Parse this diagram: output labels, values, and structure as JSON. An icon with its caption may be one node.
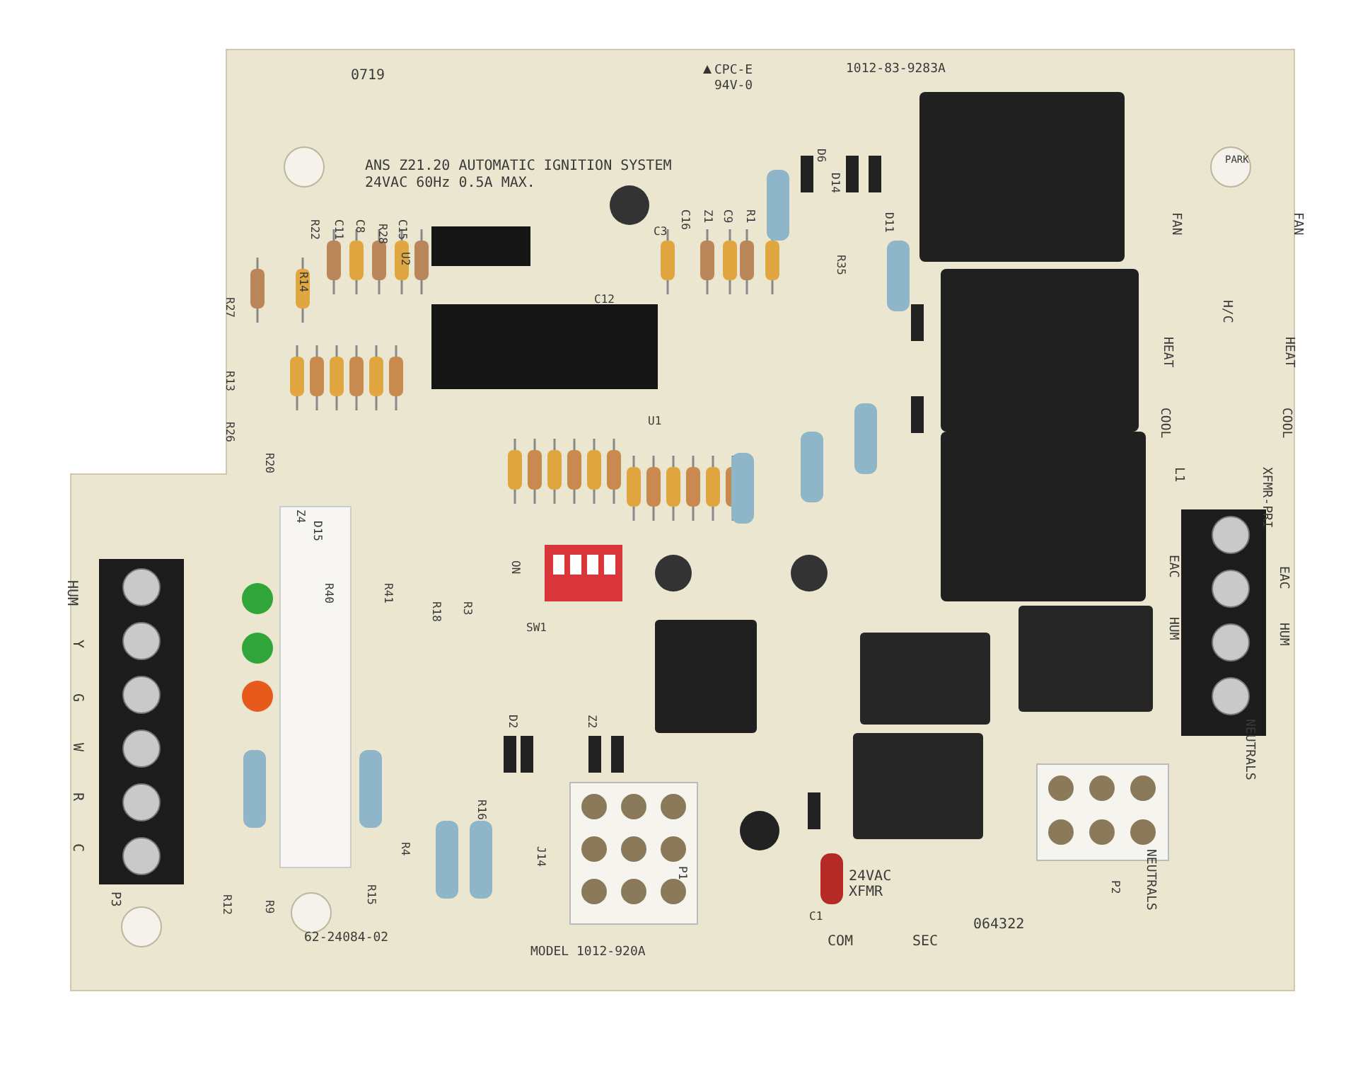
{
  "diagram": {
    "labels": [
      "0719",
      "ANS Z21.20 AUTOMATIC IGNITION SYSTEM",
      "24VAC 60Hz 0.5A MAX.",
      "CPC-E 94V-0",
      "1012-83-9283A",
      "PARK",
      "FAN",
      "FAN",
      "H/C",
      "HEAT",
      "HEAT",
      "COOL",
      "COOL",
      "L1",
      "XFMR-PRI",
      "EAC",
      "EAC",
      "HUM",
      "HUM",
      "NEUTRALS",
      "NEUTRALS",
      "HUM",
      "Y",
      "G",
      "W",
      "R",
      "C",
      "P3",
      "R27",
      "R14",
      "R22",
      "C11",
      "C8",
      "R28",
      "C15",
      "U2",
      "C3",
      "C12",
      "C16",
      "Z1",
      "C9",
      "R1",
      "D6",
      "D14",
      "D11",
      "R35",
      "R13",
      "R26",
      "R20",
      "U1",
      "Z4",
      "D15",
      "R40",
      "R41",
      "R18",
      "R3",
      "R12",
      "R9",
      "R15",
      "R4",
      "R16",
      "J14",
      "D2",
      "Z2",
      "ON",
      "SW1",
      "P1",
      "P2",
      "C1",
      "24VAC XFMR",
      "COM",
      "SEC",
      "064322",
      "62-24084-02",
      "MODEL 1012-920A"
    ]
  }
}
